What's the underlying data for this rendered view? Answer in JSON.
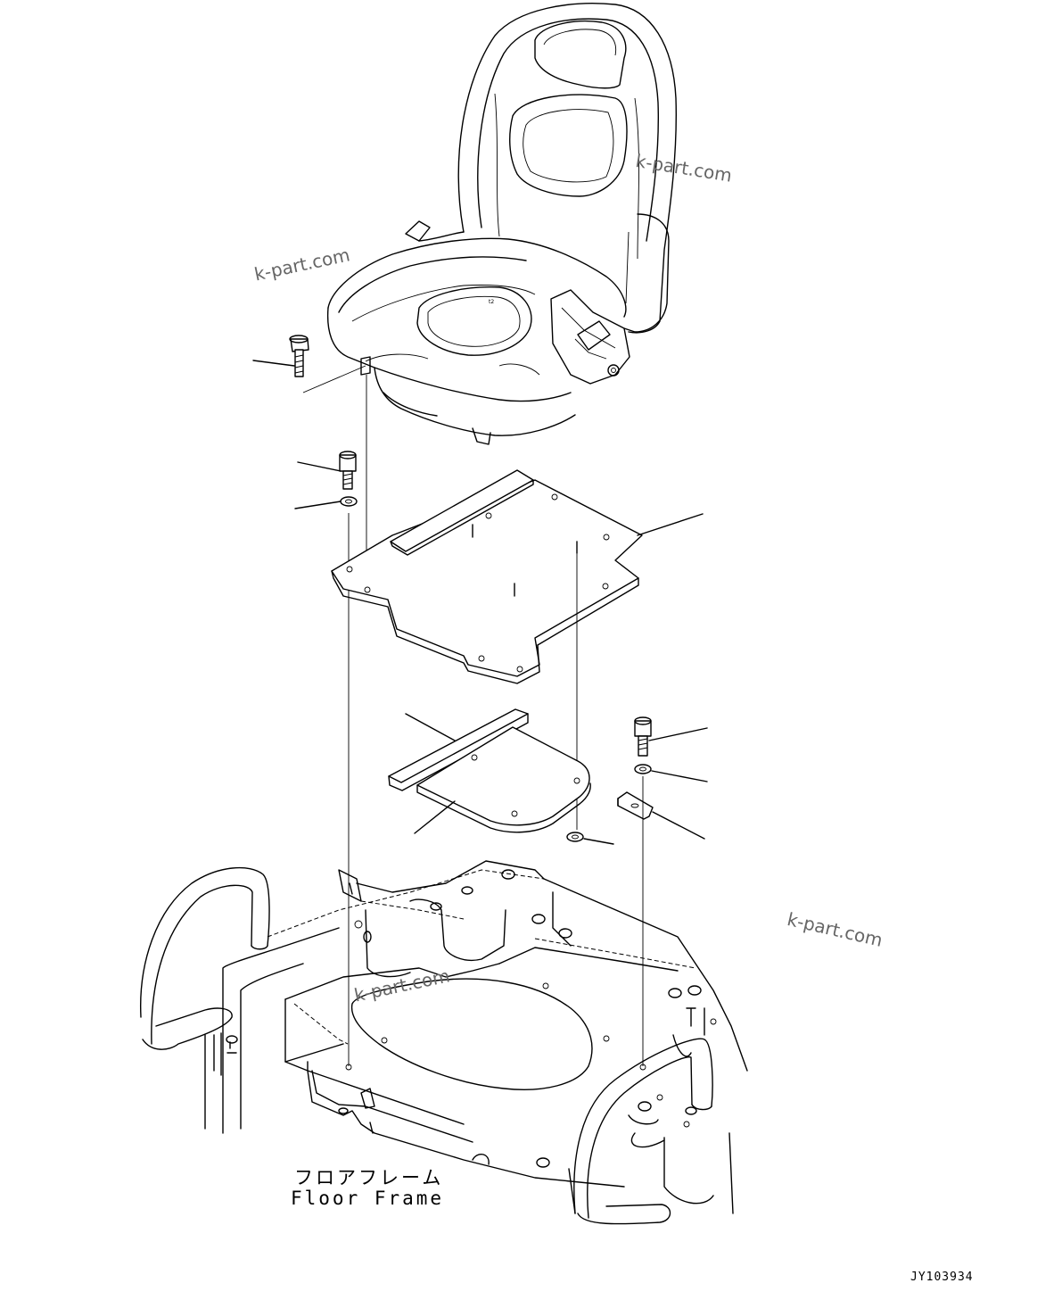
{
  "diagram": {
    "labels": {
      "floor_frame_jp": "フロアフレーム",
      "floor_frame_en": "Floor Frame"
    },
    "drawing_code": "JY103934",
    "watermarks": [
      "k-part.com",
      "k-part.com",
      "k-part.com",
      "k-part.com"
    ],
    "parts": [
      "operator-seat",
      "seat-bolt",
      "plate-bolt",
      "plate-washer",
      "seat-mount-plate",
      "rail-strip",
      "spacer-plate",
      "spacer-washer",
      "bracket-bolt",
      "bracket-washer",
      "bracket",
      "floor-frame"
    ]
  }
}
